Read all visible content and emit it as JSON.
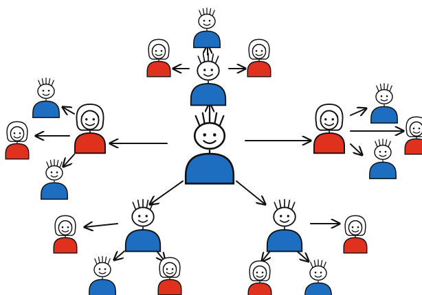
{
  "colors": {
    "background": "#ffffff",
    "ink": "#111111",
    "male_body": "#1d6ec0",
    "female_body": "#e0301e",
    "face": "#ffffff"
  },
  "nodes": [
    {
      "id": "root",
      "gender": "male",
      "role": "center"
    },
    {
      "id": "top-hub",
      "gender": "male",
      "role": "hub"
    },
    {
      "id": "top-hub-child-top",
      "gender": "male",
      "role": "leaf"
    },
    {
      "id": "top-hub-child-left",
      "gender": "female",
      "role": "leaf"
    },
    {
      "id": "top-hub-child-right",
      "gender": "female",
      "role": "leaf"
    },
    {
      "id": "left-hub",
      "gender": "female",
      "role": "hub"
    },
    {
      "id": "left-hub-child-top",
      "gender": "male",
      "role": "leaf"
    },
    {
      "id": "left-hub-child-left",
      "gender": "female",
      "role": "leaf"
    },
    {
      "id": "left-hub-child-bottom",
      "gender": "male",
      "role": "leaf"
    },
    {
      "id": "right-hub",
      "gender": "female",
      "role": "hub"
    },
    {
      "id": "right-hub-child-top",
      "gender": "male",
      "role": "leaf"
    },
    {
      "id": "right-hub-child-right",
      "gender": "female",
      "role": "leaf"
    },
    {
      "id": "right-hub-child-bottom",
      "gender": "male",
      "role": "leaf"
    },
    {
      "id": "bottom-left-hub",
      "gender": "male",
      "role": "hub"
    },
    {
      "id": "bottom-left-child-left",
      "gender": "female",
      "role": "leaf"
    },
    {
      "id": "bottom-left-child-down-left",
      "gender": "male",
      "role": "leaf"
    },
    {
      "id": "bottom-left-child-down-right",
      "gender": "female",
      "role": "leaf"
    },
    {
      "id": "bottom-right-hub",
      "gender": "male",
      "role": "hub"
    },
    {
      "id": "bottom-right-child-right",
      "gender": "female",
      "role": "leaf"
    },
    {
      "id": "bottom-right-child-down-left",
      "gender": "female",
      "role": "leaf"
    },
    {
      "id": "bottom-right-child-down-right",
      "gender": "male",
      "role": "leaf"
    }
  ],
  "edges": [
    {
      "from": "root",
      "to": "top-hub"
    },
    {
      "from": "root",
      "to": "left-hub"
    },
    {
      "from": "root",
      "to": "right-hub"
    },
    {
      "from": "root",
      "to": "bottom-left-hub"
    },
    {
      "from": "root",
      "to": "bottom-right-hub"
    },
    {
      "from": "top-hub",
      "to": "top-hub-child-top"
    },
    {
      "from": "top-hub",
      "to": "top-hub-child-left"
    },
    {
      "from": "top-hub",
      "to": "top-hub-child-right"
    },
    {
      "from": "left-hub",
      "to": "left-hub-child-top"
    },
    {
      "from": "left-hub",
      "to": "left-hub-child-left"
    },
    {
      "from": "left-hub",
      "to": "left-hub-child-bottom"
    },
    {
      "from": "right-hub",
      "to": "right-hub-child-top"
    },
    {
      "from": "right-hub",
      "to": "right-hub-child-right"
    },
    {
      "from": "right-hub",
      "to": "right-hub-child-bottom"
    },
    {
      "from": "bottom-left-hub",
      "to": "bottom-left-child-left"
    },
    {
      "from": "bottom-left-hub",
      "to": "bottom-left-child-down-left"
    },
    {
      "from": "bottom-left-hub",
      "to": "bottom-left-child-down-right"
    },
    {
      "from": "bottom-right-hub",
      "to": "bottom-right-child-right"
    },
    {
      "from": "bottom-right-hub",
      "to": "bottom-right-child-down-left"
    },
    {
      "from": "bottom-right-hub",
      "to": "bottom-right-child-down-right"
    }
  ]
}
